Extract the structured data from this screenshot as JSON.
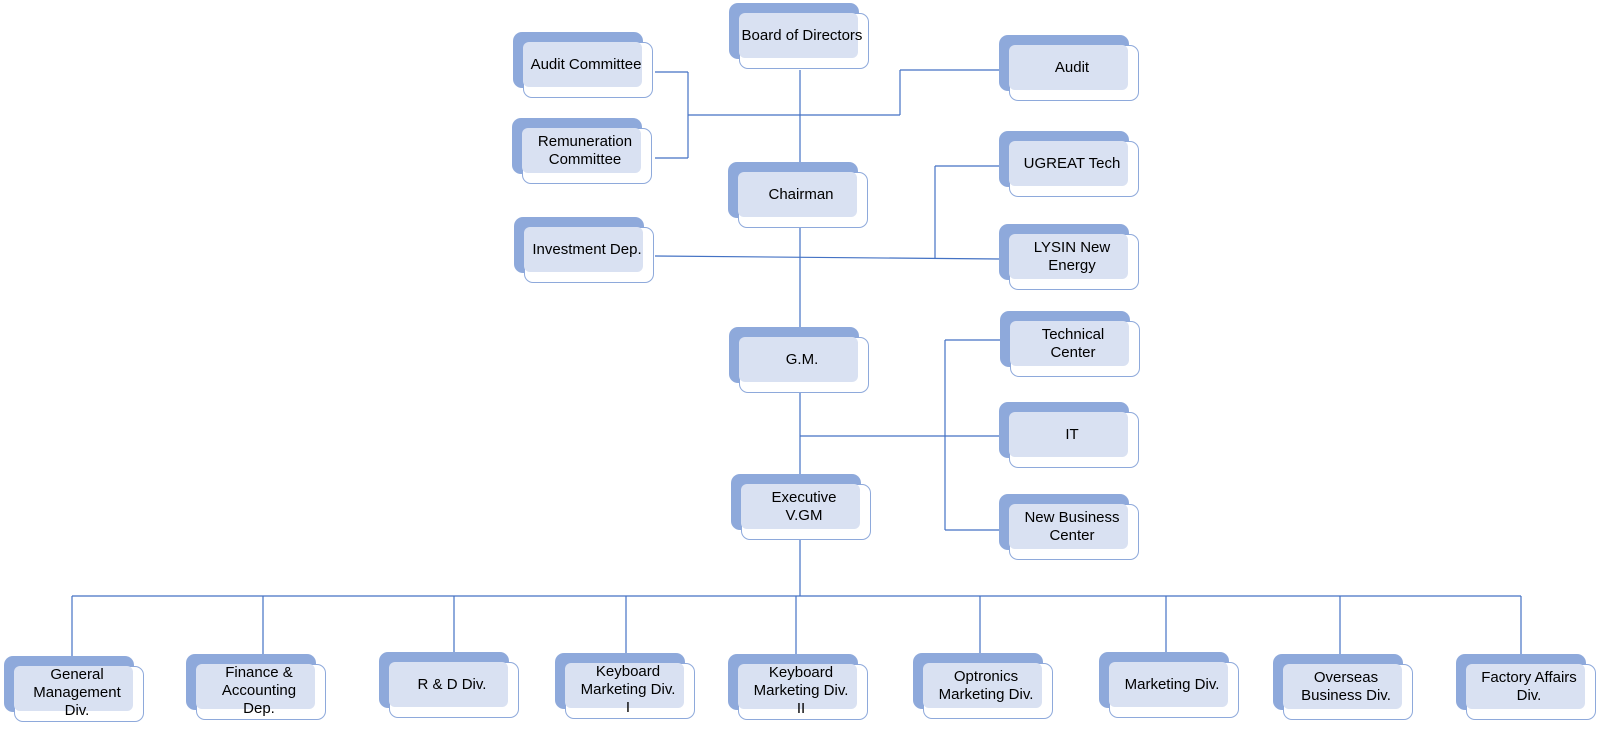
{
  "colors": {
    "line": "#4472C4",
    "box_back": "#8EA9DB",
    "box_face": "#D9E1F2",
    "box_outline": "#8EA9DB"
  },
  "nodes": {
    "board": "Board of Directors",
    "audit_committee": "Audit Committee",
    "audit": "Audit",
    "remuneration": "Remuneration\nCommittee",
    "chairman": "Chairman",
    "ugreat": "UGREAT Tech",
    "investment": "Investment Dep.",
    "lysin": "LYSIN New\nEnergy",
    "gm": "G.M.",
    "technical": "Technical\nCenter",
    "it": "IT",
    "exec_vgm": "Executive\nV.GM",
    "new_business": "New Business\nCenter",
    "general_mgmt": "General\nManagement\nDiv.",
    "finance": "Finance &\nAccounting\nDep.",
    "rnd": "R & D Div.",
    "kb_mkt_1": "Keyboard\nMarketing  Div.\nI",
    "kb_mkt_2": "Keyboard\nMarketing Div.\nII",
    "optronics": "Optronics\nMarketing Div.",
    "marketing": "Marketing Div.",
    "overseas": "Overseas\nBusiness Div.",
    "factory": "Factory Affairs\nDiv."
  }
}
